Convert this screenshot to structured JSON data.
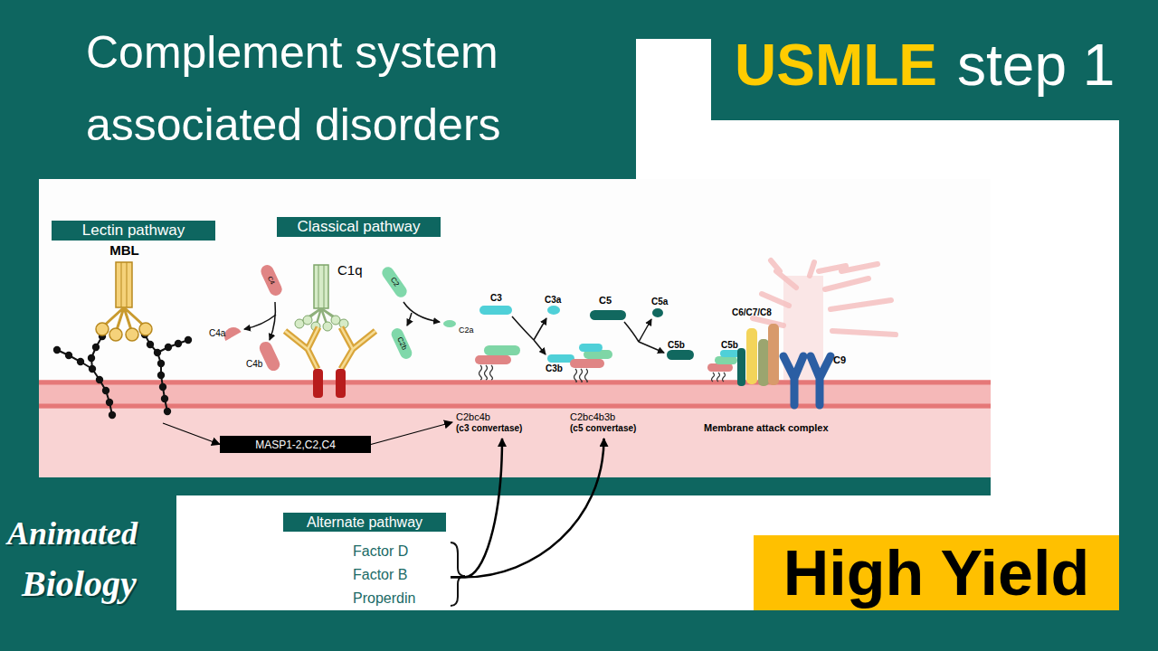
{
  "diagram": {
    "title": "Complement system associated disorders",
    "nodes": [
      {
        "text": [
          "Lectin pathway"
        ]
      },
      {
        "text": [
          "MBL"
        ]
      },
      {
        "text": [
          "Classical pathway"
        ]
      },
      {
        "text": [
          "MASP1-2,C2,C4"
        ]
      },
      {
        "text": [
          "C2bc4b",
          "(c3 convertase)"
        ]
      },
      {
        "text": [
          "C2bc4b3b",
          "(c5 convertase)"
        ]
      },
      {
        "text": [
          "Alternate pathway"
        ]
      },
      {
        "text": [
          "Factor D",
          "Factor B",
          "Properdin"
        ]
      },
      {
        "text": [
          "High Yield"
        ]
      }
    ],
    "edges": [
      {
        "from": 1,
        "to": 3,
        "arrow": "to"
      },
      {
        "from": 3,
        "to": 4,
        "arrow": "to"
      },
      {
        "from": 7,
        "to": 4,
        "arrow": "to"
      },
      {
        "from": 7,
        "to": 5,
        "arrow": "to"
      }
    ],
    "labels": [
      "USMLE",
      "step 1",
      "C1q",
      "C4",
      "C4a",
      "C4b",
      "C2",
      "C2b",
      "C2a",
      "C3",
      "C3a",
      "C3b",
      "C5",
      "C5a",
      "C5b",
      "C6/C7/C8",
      "C5b",
      "C9",
      "Membrane attack complex",
      "Animated",
      "Biology"
    ]
  }
}
